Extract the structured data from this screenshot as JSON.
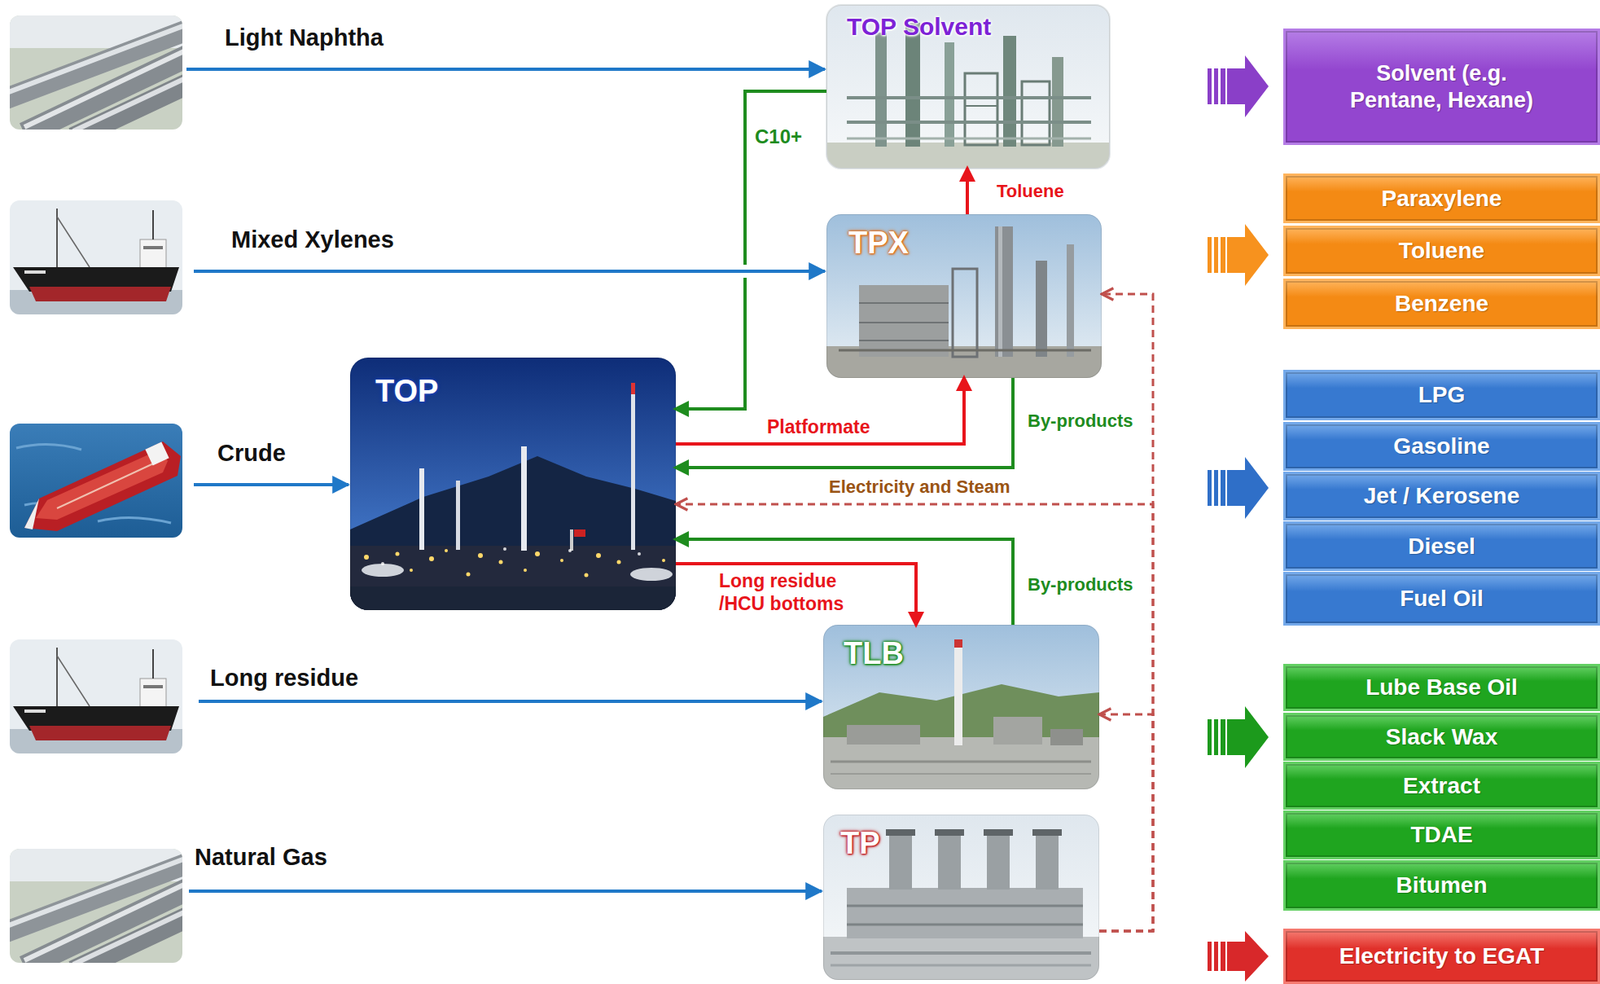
{
  "diagram": {
    "nodes": [
      {
        "text": [
          "TOP Solvent"
        ]
      },
      {
        "text": [
          "TPX"
        ]
      },
      {
        "text": [
          "TOP"
        ]
      },
      {
        "text": [
          "TLB"
        ]
      },
      {
        "text": [
          "TP"
        ]
      },
      {
        "text": [
          "Solvent (e.g. Pentane, Hexane)"
        ]
      },
      {
        "text": [
          "Paraxylene"
        ]
      },
      {
        "text": [
          "Toluene"
        ]
      },
      {
        "text": [
          "Benzene"
        ]
      },
      {
        "text": [
          "LPG"
        ]
      },
      {
        "text": [
          "Gasoline"
        ]
      },
      {
        "text": [
          "Jet / Kerosene"
        ]
      },
      {
        "text": [
          "Diesel"
        ]
      },
      {
        "text": [
          "Fuel Oil"
        ]
      },
      {
        "text": [
          "Lube Base Oil"
        ]
      },
      {
        "text": [
          "Slack Wax"
        ]
      },
      {
        "text": [
          "Extract"
        ]
      },
      {
        "text": [
          "TDAE"
        ]
      },
      {
        "text": [
          "Bitumen"
        ]
      },
      {
        "text": [
          "Electricity to EGAT"
        ]
      }
    ],
    "edges": [
      {
        "from": 1,
        "to": 0,
        "label": "Toluene",
        "arrow": "to"
      },
      {
        "from": 0,
        "to": 2,
        "label": "C10+",
        "arrow": "to"
      },
      {
        "from": 2,
        "to": 1,
        "label": "Platformate",
        "arrow": "to"
      },
      {
        "from": 1,
        "to": 2,
        "label": "By-products",
        "arrow": "to"
      },
      {
        "from": 4,
        "to": 2,
        "label": "Electricity and Steam",
        "arrow": "to"
      },
      {
        "from": 4,
        "to": 1,
        "arrow": "to"
      },
      {
        "from": 4,
        "to": 3,
        "arrow": "to"
      },
      {
        "from": 2,
        "to": 3,
        "label": "Long residue /HCU bottoms",
        "arrow": "to"
      },
      {
        "from": 3,
        "to": 2,
        "label": "By-products",
        "arrow": "to"
      }
    ],
    "labels": [
      "Light Naphtha",
      "Mixed Xylenes",
      "Crude",
      "Long residue",
      "Natural Gas"
    ]
  }
}
